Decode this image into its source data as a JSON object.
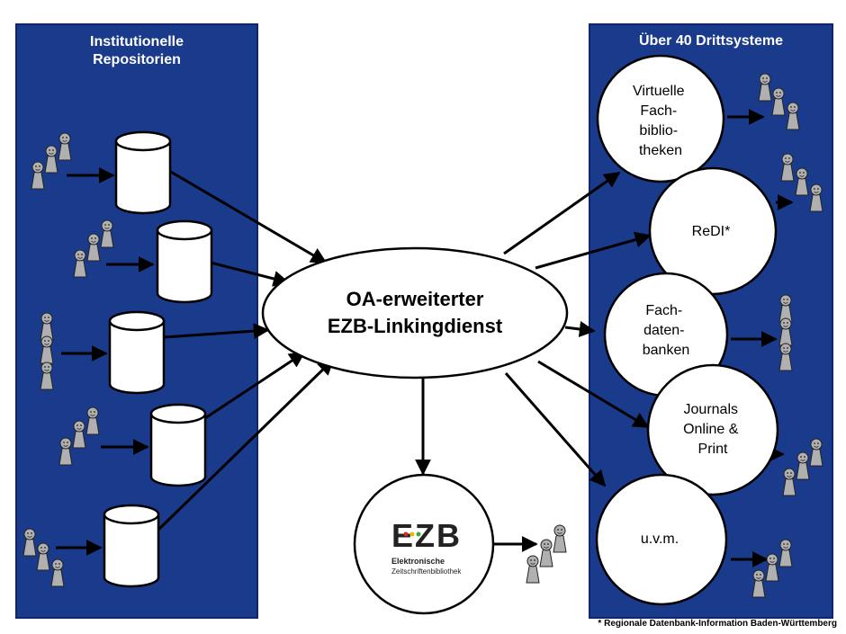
{
  "left_panel": {
    "title_line1": "Institutionelle",
    "title_line2": "Repositorien"
  },
  "right_panel": {
    "title": "Über 40 Drittsysteme"
  },
  "center": {
    "line1": "OA-erweiterter",
    "line2": "EZB-Linkingdienst"
  },
  "third_systems": [
    {
      "id": "vfb",
      "lines": [
        "Virtuelle",
        "Fach-",
        "biblio-",
        "theken"
      ]
    },
    {
      "id": "redi",
      "lines": [
        "ReDI*"
      ]
    },
    {
      "id": "fdb",
      "lines": [
        "Fach-",
        "daten-",
        "banken"
      ]
    },
    {
      "id": "jop",
      "lines": [
        "Journals",
        "Online  &",
        "Print"
      ]
    },
    {
      "id": "uvm",
      "lines": [
        "u.v.m."
      ]
    }
  ],
  "ezb_logo": {
    "mark": "EZB",
    "line1": "Elektronische",
    "line2": "Zeitschriftenbibliothek"
  },
  "footnote": "* Regionale Datenbank-Information Baden-Württemberg",
  "colors": {
    "panel_fill": "#1a3a8c",
    "panel_border": "#0e2670",
    "panel_title": "#ffffff",
    "node_fill": "#ffffff",
    "user_fill": "#b0b0b0",
    "logo_red": "#d52b1e",
    "logo_yellow": "#f2b600",
    "logo_green": "#3aa935"
  }
}
